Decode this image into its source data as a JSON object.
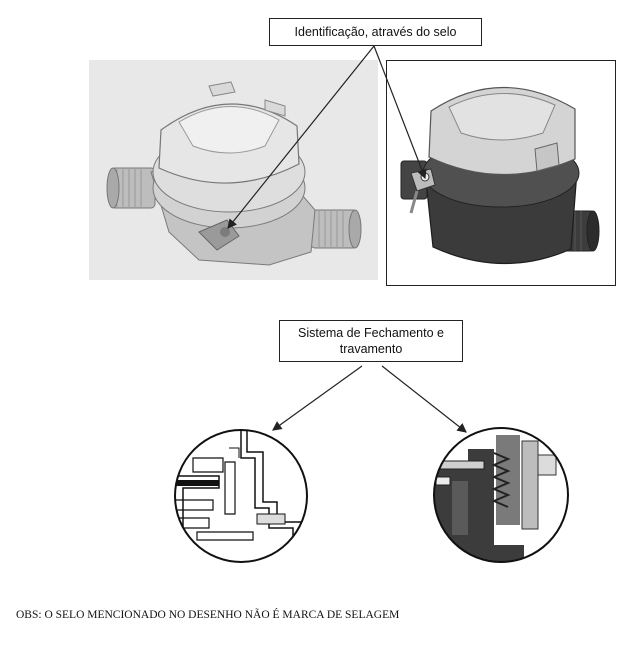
{
  "labels": {
    "identification": "Identificação, através do selo",
    "closing_line1": "Sistema de Fechamento e",
    "closing_line2": "travamento"
  },
  "note": "OBS: O SELO MENCIONADO NO DESENHO NÃO É MARCA DE SELAGEM",
  "colors": {
    "line": "#222222",
    "panel_gray": "#e8e8e8",
    "body_light": "#c9c9c9",
    "body_dark": "#3a3a3a",
    "lid": "#dcdcdc"
  }
}
